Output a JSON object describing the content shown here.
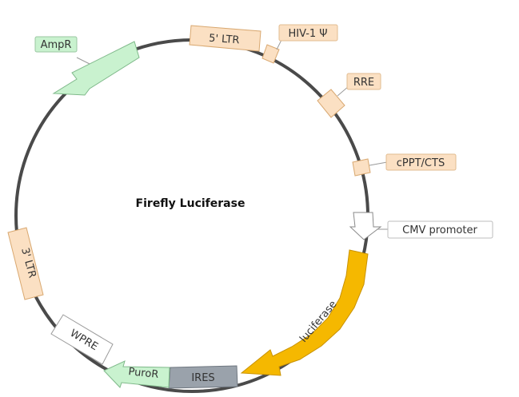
{
  "map": {
    "title": "Firefly Luciferase"
  },
  "features": [
    {
      "id": "5-ltr",
      "label": "5' LTR",
      "color": "#fbe0c3"
    },
    {
      "id": "hiv1-psi",
      "label": "HIV-1 Ψ",
      "color": "#fbe0c3"
    },
    {
      "id": "rre",
      "label": "RRE",
      "color": "#fbe0c3"
    },
    {
      "id": "cppt-cts",
      "label": "cPPT/CTS",
      "color": "#fbe0c3"
    },
    {
      "id": "cmv-promoter",
      "label": "CMV promoter",
      "color": "#ffffff"
    },
    {
      "id": "luciferase",
      "label": "luciferase",
      "color": "#f5b800"
    },
    {
      "id": "ires",
      "label": "IRES",
      "color": "#9aa2ab"
    },
    {
      "id": "puror",
      "label": "PuroR",
      "color": "#c9f2cf"
    },
    {
      "id": "wpre",
      "label": "WPRE",
      "color": "#ffffff"
    },
    {
      "id": "3-ltr",
      "label": "3' LTR",
      "color": "#fbe0c3"
    },
    {
      "id": "ampr",
      "label": "AmpR",
      "color": "#c9f2cf"
    }
  ]
}
